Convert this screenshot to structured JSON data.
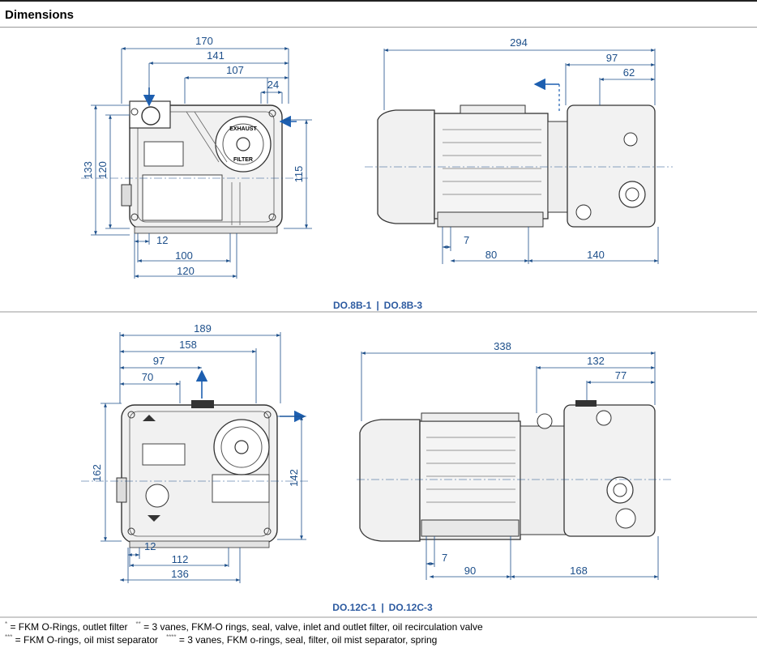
{
  "header": {
    "title": "Dimensions"
  },
  "section1": {
    "caption_left": "DO.8B-1",
    "caption_sep": "|",
    "caption_right": "DO.8B-3",
    "front": {
      "d_170": "170",
      "d_141": "141",
      "d_107": "107",
      "d_24": "24",
      "d_133": "133",
      "d_120v": "120",
      "d_115": "115",
      "d_12": "12",
      "d_100": "100",
      "d_120h": "120"
    },
    "side": {
      "d_294": "294",
      "d_97": "97",
      "d_62": "62",
      "d_7": "7",
      "d_80": "80",
      "d_140": "140"
    }
  },
  "section2": {
    "caption_left": "DO.12C-1",
    "caption_sep": "|",
    "caption_right": "DO.12C-3",
    "front": {
      "d_189": "189",
      "d_158": "158",
      "d_97": "97",
      "d_70": "70",
      "d_162": "162",
      "d_142": "142",
      "d_12": "12",
      "d_112": "112",
      "d_136": "136"
    },
    "side": {
      "d_338": "338",
      "d_132": "132",
      "d_77": "77",
      "d_7": "7",
      "d_90": "90",
      "d_168": "168"
    }
  },
  "filter_label_top": "EXHAUST",
  "filter_label_bottom": "FILTER",
  "footnotes": {
    "line1_a_mark": "*",
    "line1_a_text": " = FKM O-Rings, outlet filter",
    "line1_b_mark": "**",
    "line1_b_text": " = 3 vanes, FKM-O rings, seal, valve, inlet and outlet filter, oil recirculation valve",
    "line2_a_mark": "***",
    "line2_a_text": " = FKM O-rings, oil mist separator",
    "line2_b_mark": "****",
    "line2_b_text": " = 3 vanes, FKM o-rings, seal, filter, oil mist separator, spring"
  }
}
